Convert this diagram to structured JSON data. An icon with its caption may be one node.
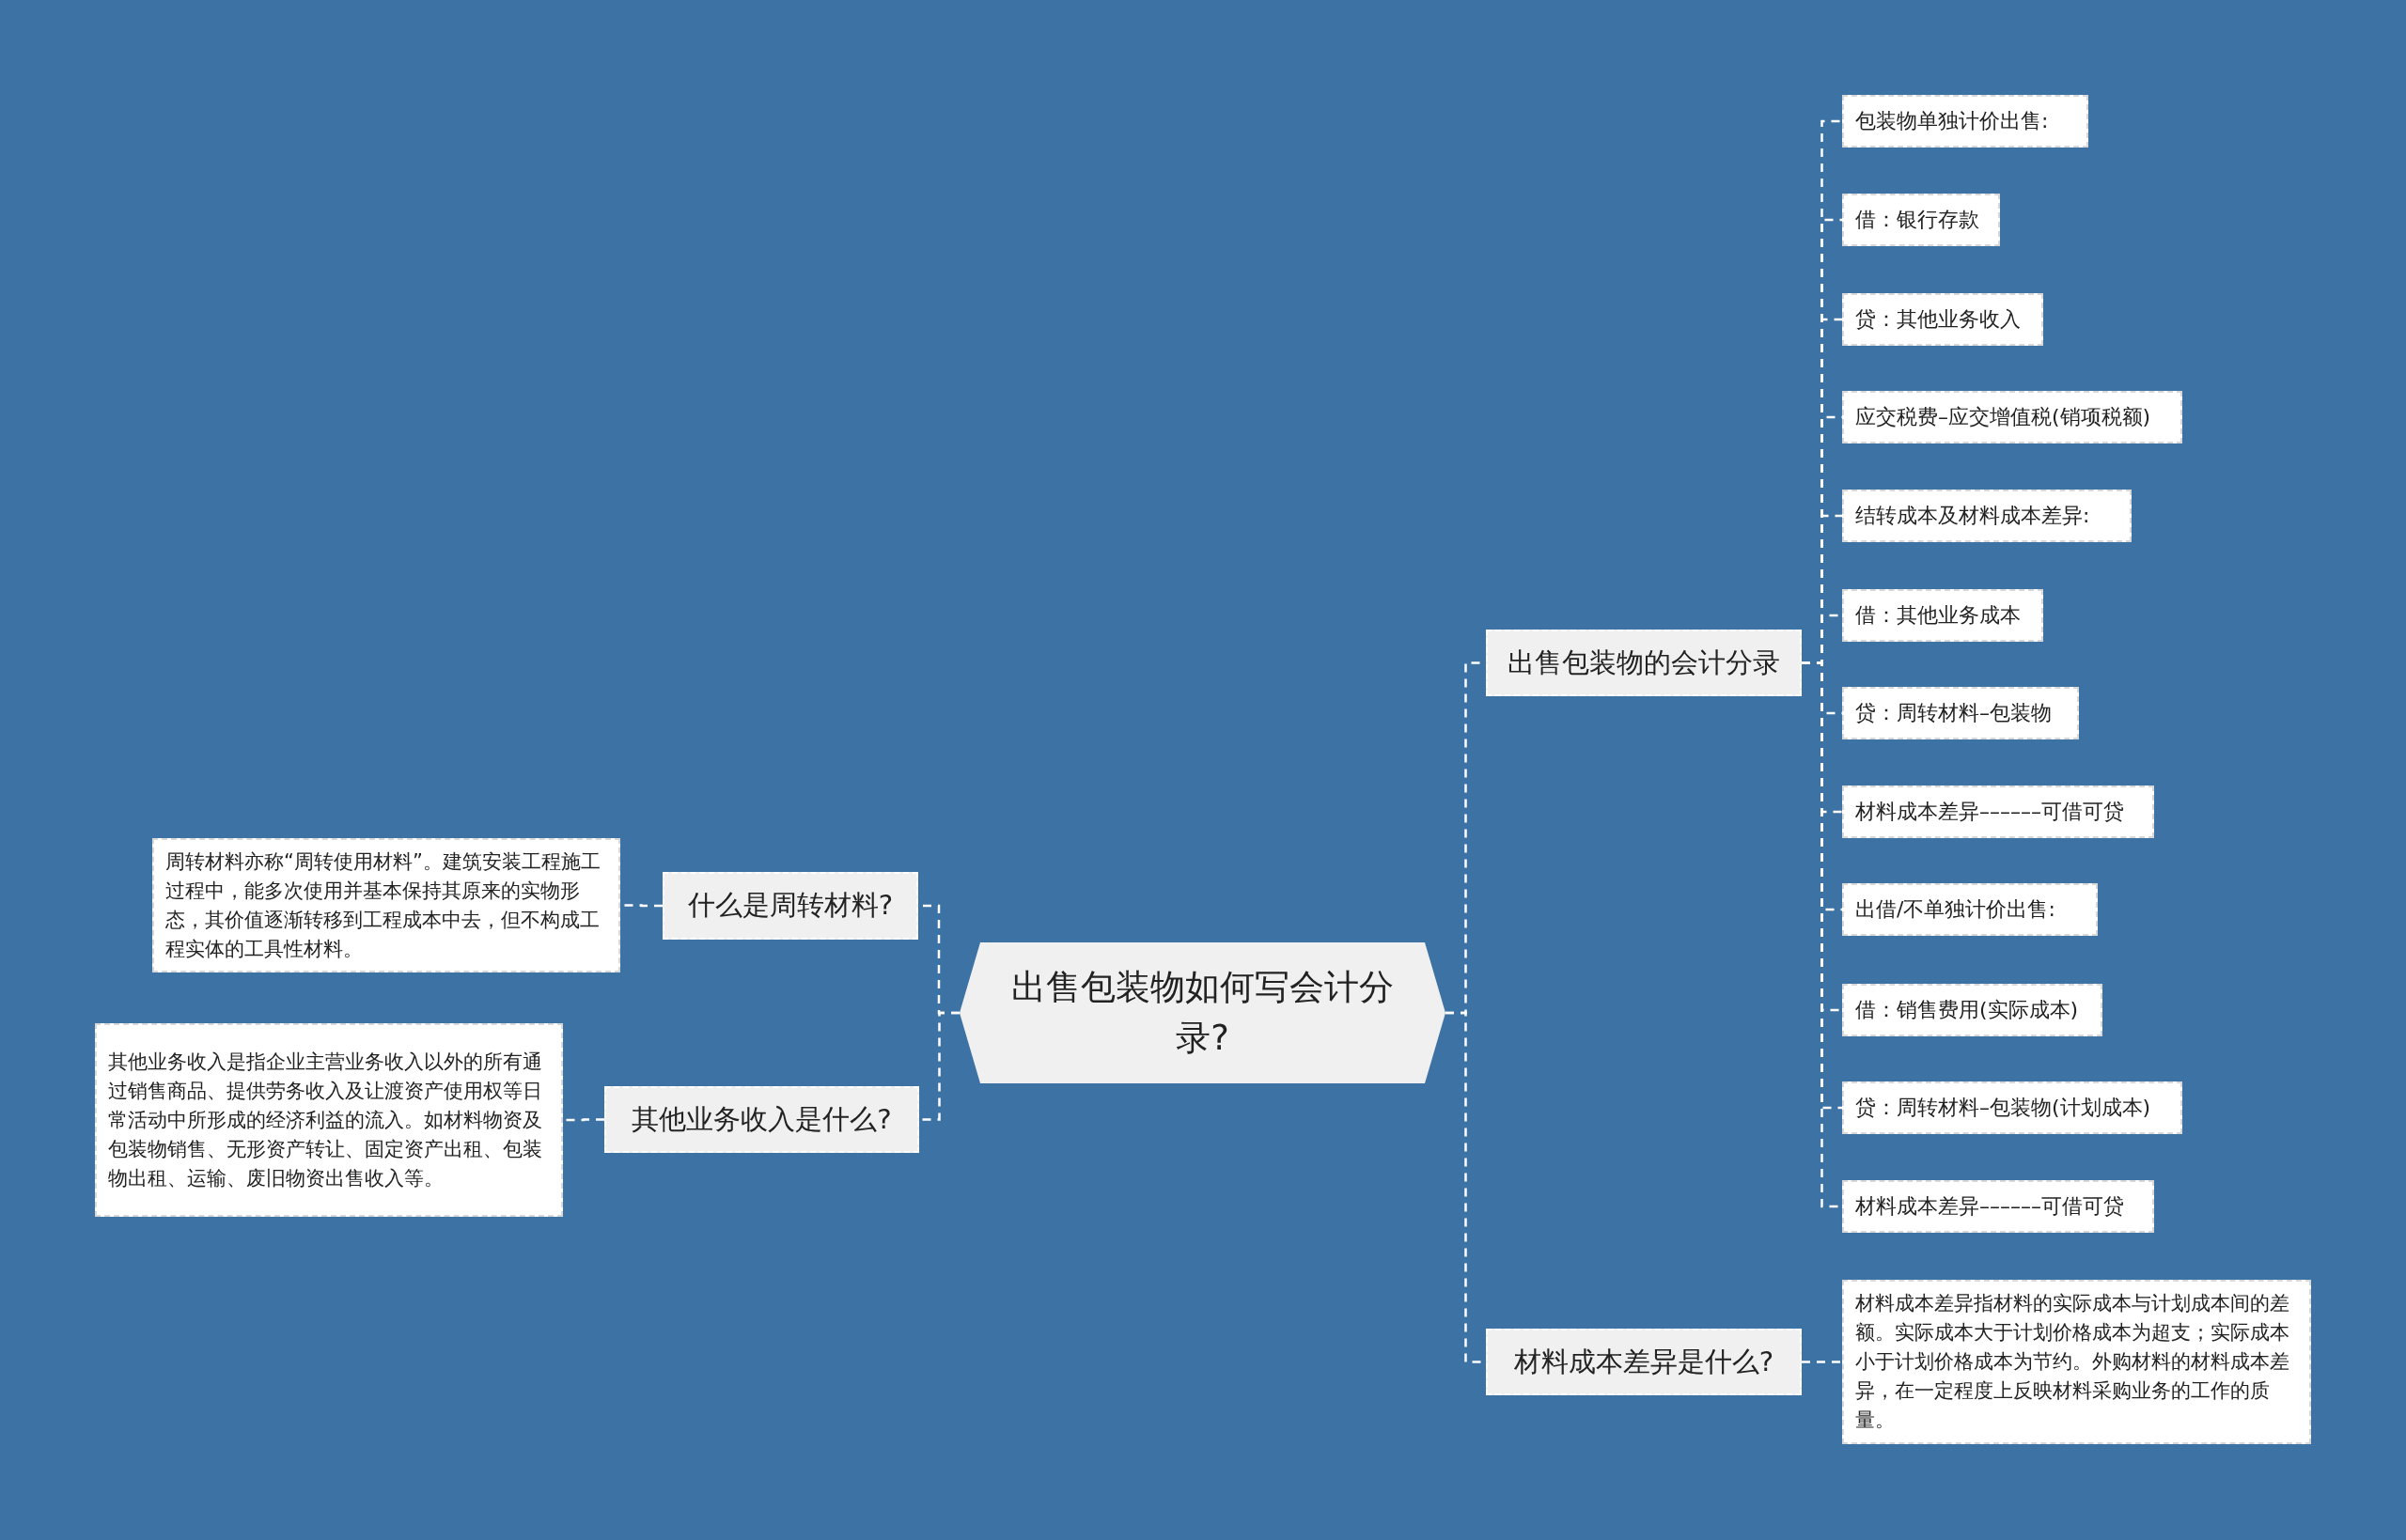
{
  "diagram": {
    "nodes": [
      {
        "text": [
          "出售包装物如何写会计分录?"
        ]
      },
      {
        "text": [
          "什么是周转材料?"
        ]
      },
      {
        "text": [
          "周转材料亦称“周转使用材料”。建筑安装工程施工过程中，能多次使用并基本保持其原来的实物形态，其价值逐渐转移到工程成本中去，但不构成工程实体的工具性材料。"
        ]
      },
      {
        "text": [
          "其他业务收入是什么?"
        ]
      },
      {
        "text": [
          "其他业务收入是指企业主营业务收入以外的所有通过销售商品、提供劳务收入及让渡资产使用权等日常活动中所形成的经济利益的流入。如材料物资及包装物销售、无形资产转让、固定资产出租、包装物出租、运输、废旧物资出售收入等。"
        ]
      },
      {
        "text": [
          "出售包装物的会计分录"
        ]
      },
      {
        "text": [
          "包装物单独计价出售:"
        ]
      },
      {
        "text": [
          "借：银行存款"
        ]
      },
      {
        "text": [
          "贷：其他业务收入"
        ]
      },
      {
        "text": [
          "应交税费–应交增值税(销项税额)"
        ]
      },
      {
        "text": [
          "结转成本及材料成本差异:"
        ]
      },
      {
        "text": [
          "借：其他业务成本"
        ]
      },
      {
        "text": [
          "贷：周转材料–包装物"
        ]
      },
      {
        "text": [
          "材料成本差异––––––可借可贷"
        ]
      },
      {
        "text": [
          "出借/不单独计价出售:"
        ]
      },
      {
        "text": [
          "借：销售费用(实际成本)"
        ]
      },
      {
        "text": [
          "贷：周转材料–包装物(计划成本)"
        ]
      },
      {
        "text": [
          "材料成本差异––––––可借可贷"
        ]
      },
      {
        "text": [
          "材料成本差异是什么?"
        ]
      },
      {
        "text": [
          "材料成本差异指材料的实际成本与计划成本间的差额。实际成本大于计划价格成本为超支；实际成本小于计划价格成本为节约。外购材料的材料成本差异，在一定程度上反映材料采购业务的工作的质量。"
        ]
      }
    ],
    "edges": [
      {
        "from": 0,
        "to": 1,
        "arrow": "none"
      },
      {
        "from": 1,
        "to": 2,
        "arrow": "none"
      },
      {
        "from": 0,
        "to": 3,
        "arrow": "none"
      },
      {
        "from": 3,
        "to": 4,
        "arrow": "none"
      },
      {
        "from": 0,
        "to": 5,
        "arrow": "none"
      },
      {
        "from": 5,
        "to": 6,
        "arrow": "none"
      },
      {
        "from": 5,
        "to": 7,
        "arrow": "none"
      },
      {
        "from": 5,
        "to": 8,
        "arrow": "none"
      },
      {
        "from": 5,
        "to": 9,
        "arrow": "none"
      },
      {
        "from": 5,
        "to": 10,
        "arrow": "none"
      },
      {
        "from": 5,
        "to": 11,
        "arrow": "none"
      },
      {
        "from": 5,
        "to": 12,
        "arrow": "none"
      },
      {
        "from": 5,
        "to": 13,
        "arrow": "none"
      },
      {
        "from": 5,
        "to": 14,
        "arrow": "none"
      },
      {
        "from": 5,
        "to": 15,
        "arrow": "none"
      },
      {
        "from": 5,
        "to": 16,
        "arrow": "none"
      },
      {
        "from": 5,
        "to": 17,
        "arrow": "none"
      },
      {
        "from": 0,
        "to": 18,
        "arrow": "none"
      },
      {
        "from": 18,
        "to": 19,
        "arrow": "none"
      }
    ]
  }
}
